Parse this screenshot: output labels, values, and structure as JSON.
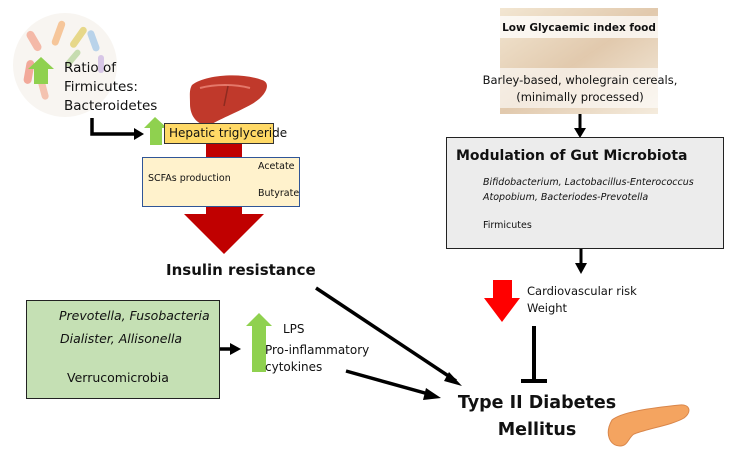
{
  "colors": {
    "up_arrow": "#8fd14f",
    "down_arrow": "#ff0000",
    "big_arrow": "#c00000",
    "hepatic_box": "#ffd966",
    "scfa_box": "#fff2cc",
    "scfa_border": "#2f5597",
    "green_box": "#c5e0b4",
    "gut_box": "#ececec",
    "liver": "#c0392b",
    "pancreas": "#f4a460"
  },
  "top_left": {
    "ratio_lines": [
      "Ratio of",
      "Firmicutes:",
      "Bacteroidetes"
    ],
    "hepatic_label": "Hepatic triglyceride",
    "scfa_label": "SCFAs production",
    "acetate": "Acetate",
    "butyrate": "Butyrate",
    "insulin": "Insulin resistance"
  },
  "bottom_left": {
    "up_line1": "Prevotella, Fusobacteria",
    "up_line2": "Dialister, Allisonella",
    "down_line": "Verrucomicrobia",
    "lps": "LPS",
    "cyto1": "Pro-inflammatory",
    "cyto2": "cytokines"
  },
  "right": {
    "food_title": "Low Glycaemic index food",
    "food_line1": "Barley-based, wholegrain cereals,",
    "food_line2": "(minimally processed)",
    "gut_title": "Modulation of Gut Microbiota",
    "gut_up1": "Bifidobacterium, Lactobacillus-Enterococcus",
    "gut_up2": "Atopobium, Bacteriodes-Prevotella",
    "gut_down": "Firmicutes",
    "cardio": "Cardiovascular risk",
    "weight": "Weight"
  },
  "outcome": {
    "line1": "Type II Diabetes",
    "line2": "Mellitus"
  },
  "icons": {
    "bacteria": "bacteria-illustration",
    "liver": "liver-illustration",
    "grain": "grain-photo",
    "pancreas": "pancreas-illustration"
  }
}
